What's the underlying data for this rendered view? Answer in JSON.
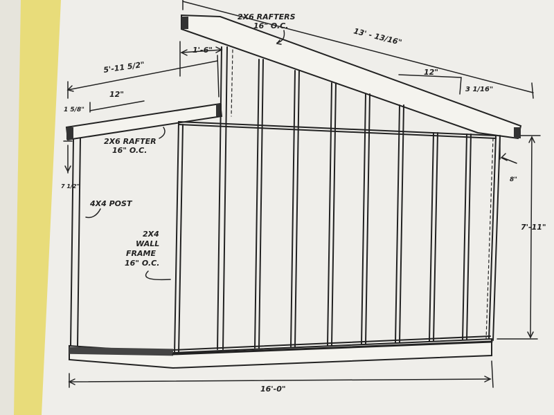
{
  "colors": {
    "background": "#e8dc7a",
    "paper": "#efeeea",
    "ink": "#222222"
  },
  "labels": {
    "rafters_top_line1": "2X6 RAFTERS",
    "rafters_top_line2": "16\" O.C.",
    "rafter_left_line1": "2X6 RAFTER",
    "rafter_left_line2": "16\" O.C.",
    "post": "4X4 POST",
    "wall_line1": "2X4",
    "wall_line2": "WALL",
    "wall_line3": "FRAME",
    "wall_line4": "16\" O.C."
  },
  "dimensions": {
    "rafter_length": "13' - 13/16\"",
    "overhang": "1'-6\"",
    "left_span": "5'-11 5/2\"",
    "slope_run_left": "12\"",
    "slope_rise_left": "1 5/8\"",
    "slope_run_right": "12\"",
    "slope_rise_right": "3 1/16\"",
    "left_drop": "7 1/2\"",
    "right_drop": "8\"",
    "height": "7'-11\"",
    "width": "16'-0\""
  }
}
